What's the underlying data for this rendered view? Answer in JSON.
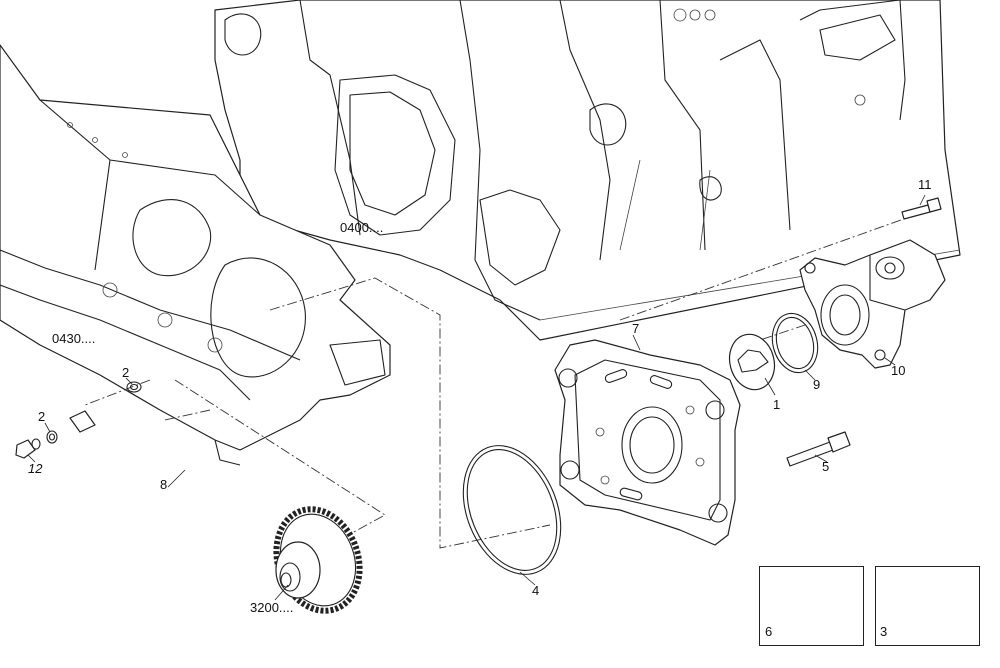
{
  "labels": {
    "block": "0400....",
    "gearcase": "0430....",
    "gear": "3200....",
    "p1": "1",
    "p2a": "2",
    "p2b": "2",
    "p3": "3",
    "p4": "4",
    "p5": "5",
    "p6": "6",
    "p7": "7",
    "p8": "8",
    "p9": "9",
    "p10": "10",
    "p11": "11",
    "p12": "12"
  }
}
